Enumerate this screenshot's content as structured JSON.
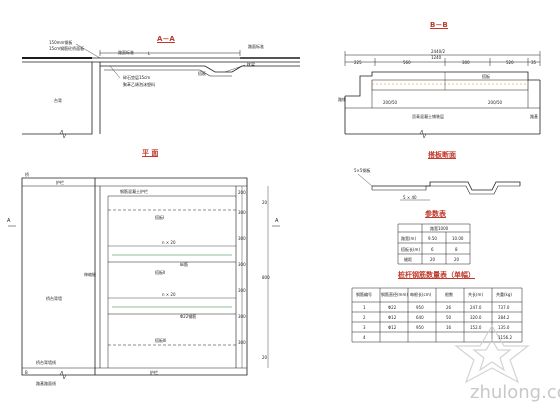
{
  "sections": {
    "aa": {
      "title": "A－A",
      "dim_L": "L",
      "label_top1": "150mm钢板",
      "label_top2": "15cm钢筋砼桥面板",
      "label_top3": "路面标准",
      "label_top4": "路面标准",
      "label_left": "台背",
      "label_mid1": "搭板",
      "label_mid2": "枕梁",
      "label_mid3": "碎石垫层15cm",
      "label_mid4": "聚苯乙烯泡沫塑料"
    },
    "bb": {
      "title": "B－B",
      "dim_total": "2440/2",
      "dim_sub": "1240",
      "dims": [
        "225",
        "560",
        "300",
        "520",
        "35"
      ],
      "dim_inner": [
        "200/50",
        "200/50"
      ],
      "label_left": "路缘",
      "label_mid": "搭板",
      "label_bottom": "沥青混凝土铺装层",
      "label_right": "路基"
    },
    "plan": {
      "title": "平 面",
      "label_tl": "桥",
      "label_tl2": "护栏",
      "label_top": "钢筋混凝土护栏",
      "label_a_left": "A",
      "label_a_right": "A",
      "label_slab1": "搭板Ⅰ",
      "label_slab2": "搭板Ⅱ",
      "label_slab3": "搭板Ⅲ",
      "label_spacing": "n × 20",
      "label_bar": "纵筋",
      "label_bar2": "Φ22钢筋",
      "label_joint": "伸缩缝",
      "label_left_mid": "桥台背墙",
      "label_bl1": "桥台背墙线",
      "label_bl2": "路基路面线",
      "label_bottom": "护栏",
      "label_b_tick": "B",
      "dim_right": [
        "200",
        "300",
        "300",
        "300",
        "300",
        "300",
        "300"
      ],
      "dim_right2": [
        "20",
        "800",
        "20"
      ]
    },
    "slab_section": {
      "title": "搭板断面",
      "label_left": "5×5钢板",
      "label_bottom": "5 × 40"
    },
    "param_table": {
      "title": "参数表",
      "header": [
        "",
        "路宽1000"
      ],
      "rows": [
        [
          "路宽(m)",
          "9.50",
          "10.00"
        ],
        [
          "搭板长(m)",
          "6",
          "8"
        ],
        [
          "缝距",
          "20",
          "20"
        ]
      ]
    },
    "rebar_table": {
      "title": "桩杆钢筋数量表（单幅）",
      "header": [
        "钢筋编号",
        "钢筋直径(mm)",
        "每根长(cm)",
        "根数",
        "共长(m)",
        "共重(kg)"
      ],
      "rows": [
        [
          "1",
          "Φ22",
          "950",
          "26",
          "247.0",
          "737.0"
        ],
        [
          "2",
          "Φ12",
          "640",
          "50",
          "320.0",
          "284.2"
        ],
        [
          "3",
          "Φ12",
          "950",
          "16",
          "152.0",
          "135.0"
        ],
        [
          "4",
          "",
          "",
          "",
          "",
          "1156.2"
        ]
      ]
    }
  },
  "watermark": "zhulong.com"
}
